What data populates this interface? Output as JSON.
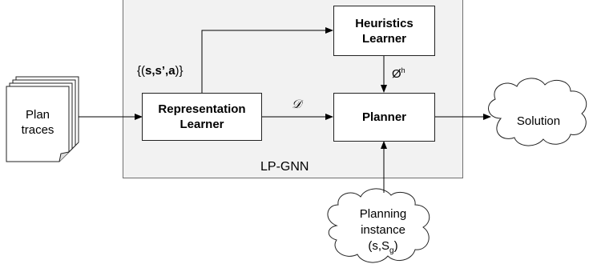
{
  "container": {
    "label": "LP-GNN"
  },
  "nodes": {
    "representation": {
      "line1": "Representation",
      "line2": "Learner"
    },
    "heuristics": {
      "line1": "Heuristics",
      "line2": "Learner"
    },
    "planner": {
      "label": "Planner"
    },
    "plan_traces": {
      "line1": "Plan",
      "line2": "traces"
    },
    "solution": {
      "label": "Solution"
    },
    "planning_instance": {
      "line1": "Planning",
      "line2": "instance",
      "line3_main": "(s,S",
      "line3_sub": "g",
      "line3_end": ")"
    }
  },
  "edge_labels": {
    "transitions_prefix": "{(",
    "transitions_bold": "s,s’,a",
    "transitions_suffix": ")}",
    "dataset": "𝒟",
    "heuristic_symbol": "Ø",
    "heuristic_sup": "h"
  }
}
